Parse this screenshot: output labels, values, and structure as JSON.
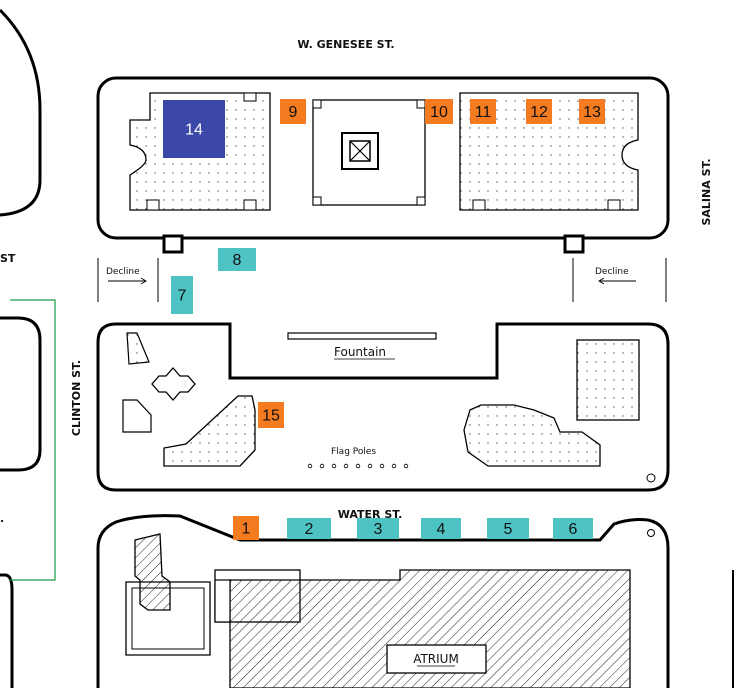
{
  "streets": {
    "north": "W. GENESEE ST.",
    "east": "SALINA ST.",
    "west": "CLINTON ST.",
    "south": "WATER ST.",
    "west_fragment": "ST"
  },
  "labels": {
    "decline_left": "Decline",
    "decline_right": "Decline",
    "fountain": "Fountain",
    "flag_poles": "Flag Poles",
    "atrium": "ATRIUM"
  },
  "colors": {
    "orange": "#F47B20",
    "teal": "#4EC3C3",
    "navy": "#3C48A8",
    "green_line": "#1A9A4A"
  },
  "markers": [
    {
      "id": "1",
      "label": "1",
      "color": "orange"
    },
    {
      "id": "2",
      "label": "2",
      "color": "teal"
    },
    {
      "id": "3",
      "label": "3",
      "color": "teal"
    },
    {
      "id": "4",
      "label": "4",
      "color": "teal"
    },
    {
      "id": "5",
      "label": "5",
      "color": "teal"
    },
    {
      "id": "6",
      "label": "6",
      "color": "teal"
    },
    {
      "id": "7",
      "label": "7",
      "color": "teal"
    },
    {
      "id": "8",
      "label": "8",
      "color": "teal"
    },
    {
      "id": "9",
      "label": "9",
      "color": "orange"
    },
    {
      "id": "10",
      "label": "10",
      "color": "orange"
    },
    {
      "id": "11",
      "label": "11",
      "color": "orange"
    },
    {
      "id": "12",
      "label": "12",
      "color": "orange"
    },
    {
      "id": "13",
      "label": "13",
      "color": "orange"
    },
    {
      "id": "14",
      "label": "14",
      "color": "navy"
    },
    {
      "id": "15",
      "label": "15",
      "color": "orange"
    }
  ]
}
